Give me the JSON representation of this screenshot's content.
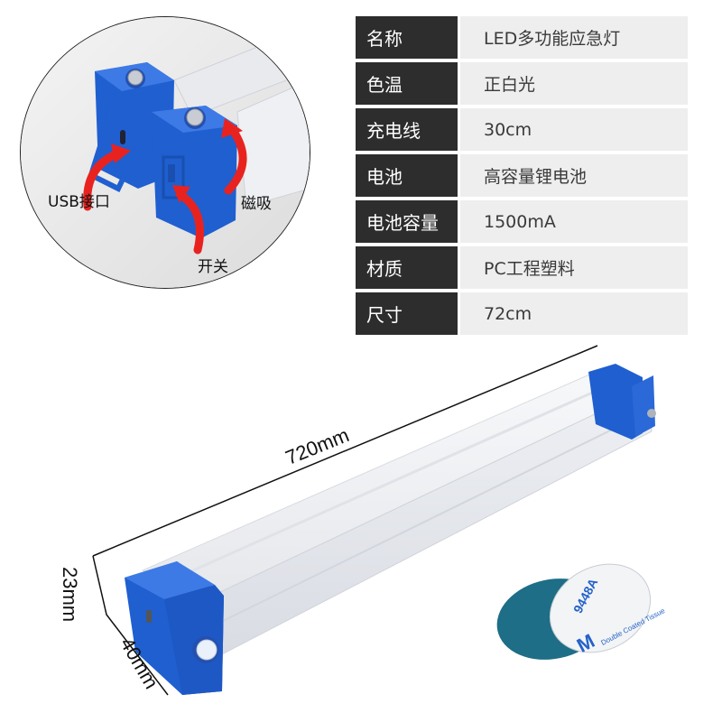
{
  "specs": {
    "rows": [
      {
        "label": "名称",
        "value": "LED多功能应急灯"
      },
      {
        "label": "色温",
        "value": "正白光"
      },
      {
        "label": "充电线",
        "value": "30cm"
      },
      {
        "label": "电池",
        "value": "高容量锂电池"
      },
      {
        "label": "电池容量",
        "value": "1500mA"
      },
      {
        "label": "材质",
        "value": "PC工程塑料"
      },
      {
        "label": "尺寸",
        "value": "72cm"
      }
    ]
  },
  "detail": {
    "callouts": {
      "usb": "USB接口",
      "magnet": "磁吸",
      "switch": "开关"
    }
  },
  "dimensions": {
    "length": "720mm",
    "height": "23mm",
    "width": "40mm"
  },
  "sticker": {
    "brand_mark": "M",
    "model": "9448A",
    "caption": "Double Coated Tissue"
  },
  "colors": {
    "accent_blue": "#1f5fd0",
    "arrow_red": "#e8231f",
    "label_dark": "#2d2d2d",
    "value_bg": "#eeeeee",
    "disc_teal": "#1d6e86"
  }
}
